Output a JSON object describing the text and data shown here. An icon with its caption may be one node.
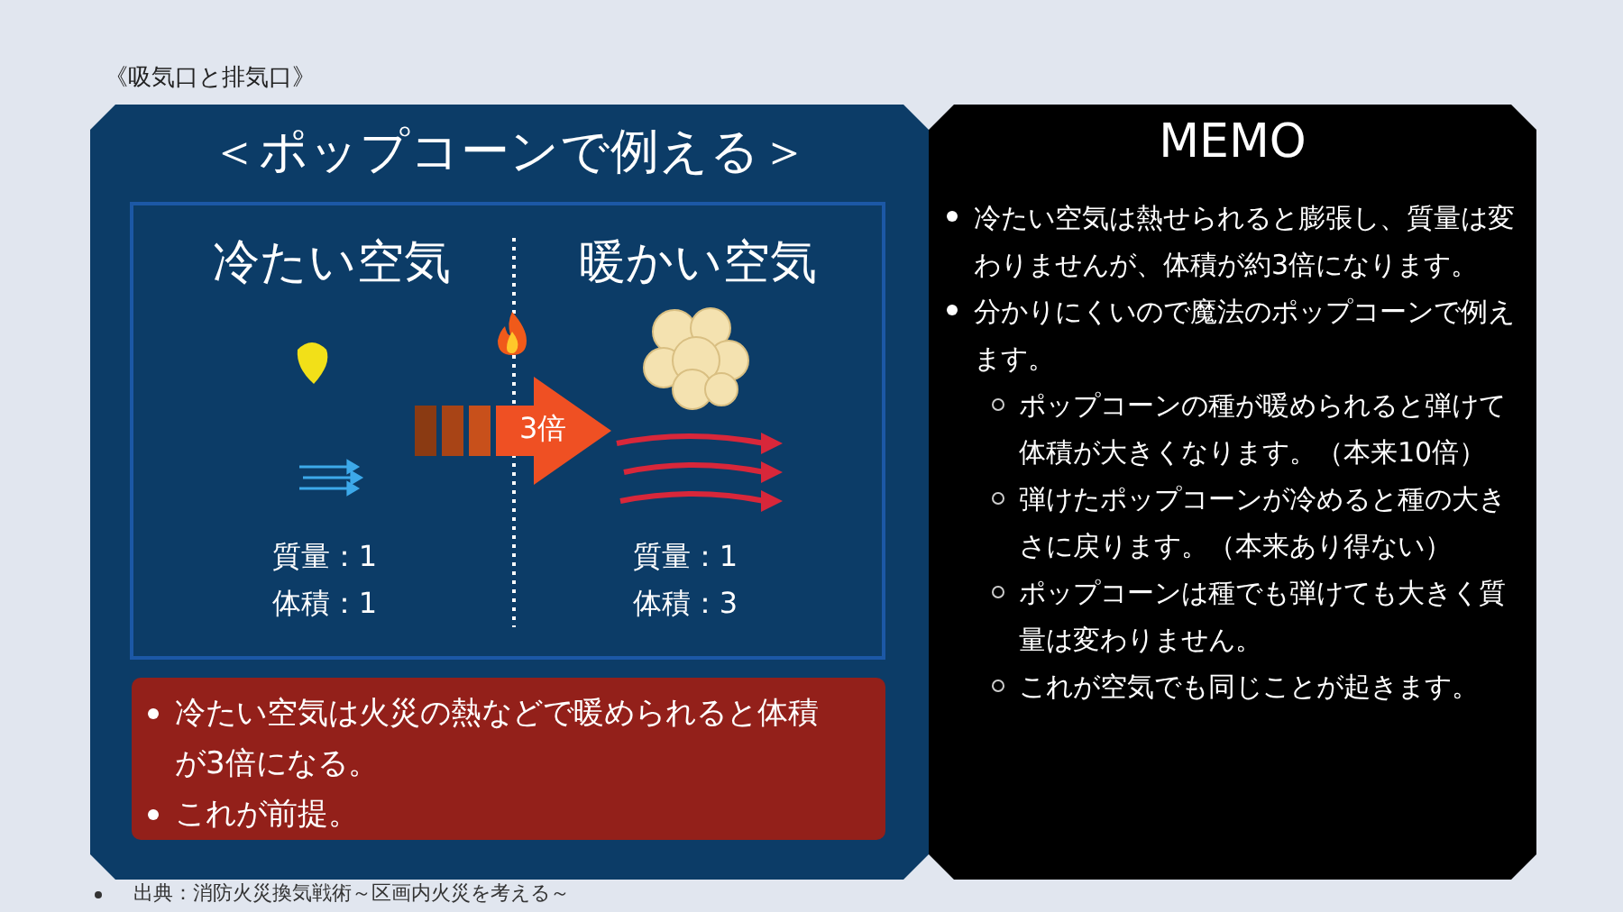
{
  "diagram": {
    "title": "《吸気口と排気口》",
    "caption": "出典：消防火災換気戦術～区画内火災を考える～",
    "nodes": [
      {
        "text": [
          "＜ポップコーンで例える＞"
        ]
      },
      {
        "text": [
          "冷たい空気",
          "暖かい空気",
          "質量：1 体積：1",
          "質量：1 体積：3"
        ],
        "in": 0
      },
      {
        "text": [
          "3倍"
        ],
        "in": 1
      },
      {
        "text": [
          "冷たい空気は火災の熱などで暖められると体積が3倍になる。",
          "これが前提。"
        ],
        "in": 0
      },
      {
        "text": [
          "MEMO",
          "冷たい空気は熱せられると膨張し、質量は変わりませんが、体積が約3倍になります。",
          "分かりにくいので魔法のポップコーンで例えます。",
          "ポップコーンの種が暖められると弾けて体積が大きくなります。（本来10倍）",
          "弾けたポップコーンが冷めると種の大きさに戻ります。（本来あり得ない）",
          "ポップコーンは種でも弾けても大きく質量は変わりません。",
          "これが空気でも同じことが起きます。"
        ]
      }
    ]
  }
}
